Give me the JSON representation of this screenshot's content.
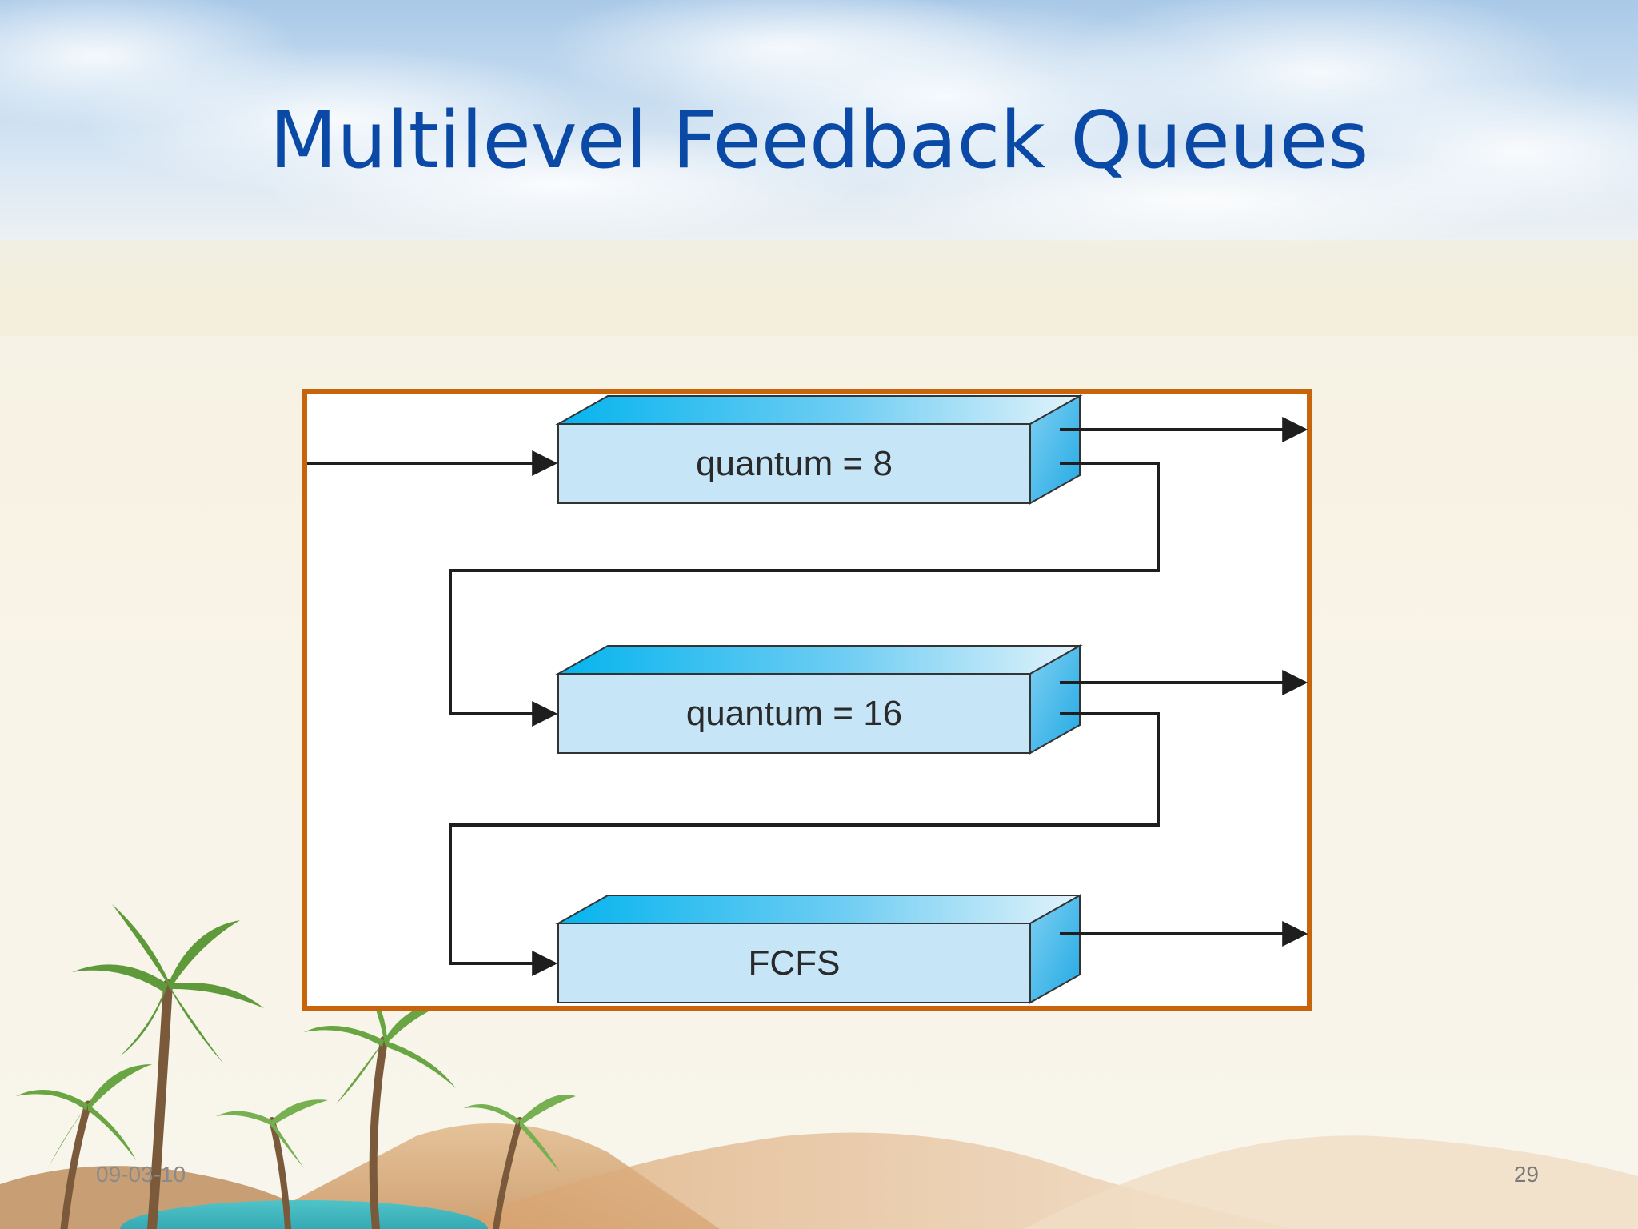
{
  "slide": {
    "title": "Multilevel Feedback Queues",
    "date": "09-03-10",
    "page_number": "29"
  },
  "diagram": {
    "queues": [
      {
        "label": "quantum = 8"
      },
      {
        "label": "quantum = 16"
      },
      {
        "label": "FCFS"
      }
    ],
    "colors": {
      "frame_border": "#c8650c",
      "box_front": "#c6e6f8",
      "box_top_dark": "#0fb6ee",
      "box_side": "#3fb8ea",
      "line": "#1e1e1e",
      "title": "#0a4aa6"
    }
  }
}
